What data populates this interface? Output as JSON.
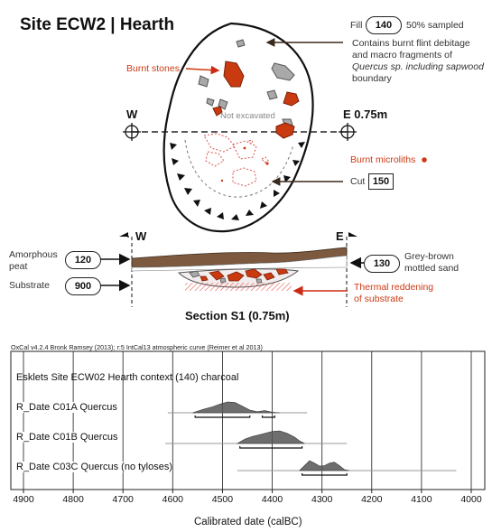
{
  "title": "Site ECW2 | Hearth",
  "plan": {
    "fill_label": "Fill",
    "fill_number": "140",
    "fill_sampled": "50% sampled",
    "fill_description": [
      "Contains burnt flint debitage",
      "and macro fragments of",
      "Quercus sp. including sapwood",
      "boundary"
    ],
    "burnt_stones_label": "Burnt stones",
    "not_excavated_label": "Not excavated",
    "west_label": "W",
    "east_label": "E 0.75m",
    "burnt_microliths_label": "Burnt microliths",
    "cut_label": "Cut",
    "cut_number": "150"
  },
  "section": {
    "west_label": "W",
    "east_label": "E",
    "amorphous_peat_label": [
      "Amorphous",
      "peat"
    ],
    "peat_number": "120",
    "substrate_label": "Substrate",
    "substrate_number": "900",
    "grey_brown_label": [
      "Grey-brown",
      "mottled sand"
    ],
    "grey_brown_number": "130",
    "thermal_label": [
      "Thermal reddening",
      "of substrate"
    ],
    "title": "Section S1 (0.75m)"
  },
  "oxcal": {
    "header": "OxCal v4.2.4 Bronk Ramsey (2013); r:5 IntCal13 atmospheric curve (Reimer et al 2013)",
    "context_label": "Esklets Site ECW02 Hearth context (140) charcoal",
    "x_axis_label": "Calibrated date (calBC)"
  },
  "chart_data": {
    "type": "area",
    "title": "",
    "xlabel": "Calibrated date (calBC)",
    "ylabel": "",
    "xlim": [
      4900,
      3950
    ],
    "x_reversed": true,
    "x_ticks": [
      4900,
      4800,
      4700,
      4600,
      4500,
      4400,
      4300,
      4200,
      4100,
      4000
    ],
    "grid": true,
    "series": [
      {
        "name": "R_Date C01A Quercus",
        "line_range": [
          4610,
          4330
        ],
        "hpd_ranges": [
          [
            4555,
            4445
          ],
          [
            4420,
            4395
          ]
        ],
        "density": [
          [
            4560,
            0
          ],
          [
            4540,
            0.3
          ],
          [
            4520,
            0.55
          ],
          [
            4505,
            0.8
          ],
          [
            4490,
            1.0
          ],
          [
            4475,
            0.95
          ],
          [
            4460,
            0.6
          ],
          [
            4445,
            0.25
          ],
          [
            4430,
            0.1
          ],
          [
            4415,
            0.2
          ],
          [
            4400,
            0.05
          ],
          [
            4385,
            0
          ]
        ]
      },
      {
        "name": "R_Date C01B Quercus",
        "line_range": [
          4615,
          4250
        ],
        "hpd_ranges": [
          [
            4465,
            4340
          ]
        ],
        "density": [
          [
            4470,
            0
          ],
          [
            4455,
            0.35
          ],
          [
            4440,
            0.55
          ],
          [
            4420,
            0.75
          ],
          [
            4400,
            0.95
          ],
          [
            4385,
            1.0
          ],
          [
            4370,
            0.8
          ],
          [
            4355,
            0.5
          ],
          [
            4345,
            0.2
          ],
          [
            4335,
            0
          ]
        ]
      },
      {
        "name": "R_Date C03C Quercus (no tyloses)",
        "line_range": [
          4470,
          4030
        ],
        "hpd_ranges": [
          [
            4340,
            4250
          ]
        ],
        "density": [
          [
            4345,
            0
          ],
          [
            4335,
            0.5
          ],
          [
            4325,
            1.0
          ],
          [
            4315,
            0.75
          ],
          [
            4305,
            0.45
          ],
          [
            4295,
            0.5
          ],
          [
            4285,
            0.75
          ],
          [
            4275,
            0.85
          ],
          [
            4265,
            0.5
          ],
          [
            4255,
            0.1
          ],
          [
            4245,
            0
          ]
        ]
      }
    ]
  },
  "colors": {
    "burnt": "#c93a10",
    "burnt_dark": "#7a1f05",
    "stone_grey": "#a9a9a9",
    "peat_brown": "#7d5a3f",
    "accent_red": "#cc3a14",
    "density_grey": "#555555"
  }
}
